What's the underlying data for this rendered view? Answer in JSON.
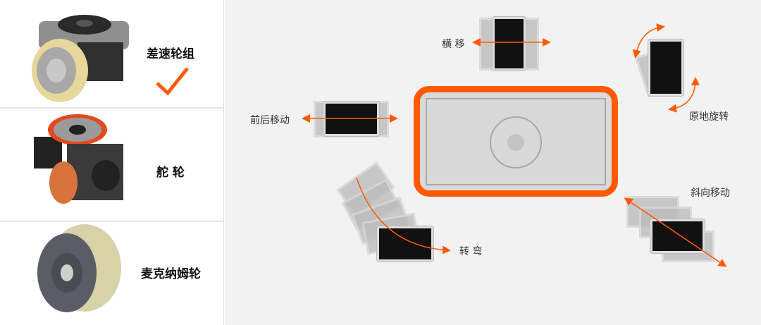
{
  "wheels": [
    {
      "label": "差速轮组",
      "selected": true,
      "icon": "differential-wheel-image"
    },
    {
      "label": "舵  轮",
      "selected": false,
      "icon": "steering-wheel-image"
    },
    {
      "label": "麦克纳姆轮",
      "selected": false,
      "icon": "mecanum-wheel-image"
    }
  ],
  "motions": {
    "lateral": "横 移",
    "rotate": "原地旋转",
    "forward_back": "前后移动",
    "diagonal": "斜向移动",
    "turn": "转 弯"
  },
  "colors": {
    "accent": "#ff5a00",
    "bg": "#f2f2f2",
    "vehicle": "#d9d9d9"
  }
}
